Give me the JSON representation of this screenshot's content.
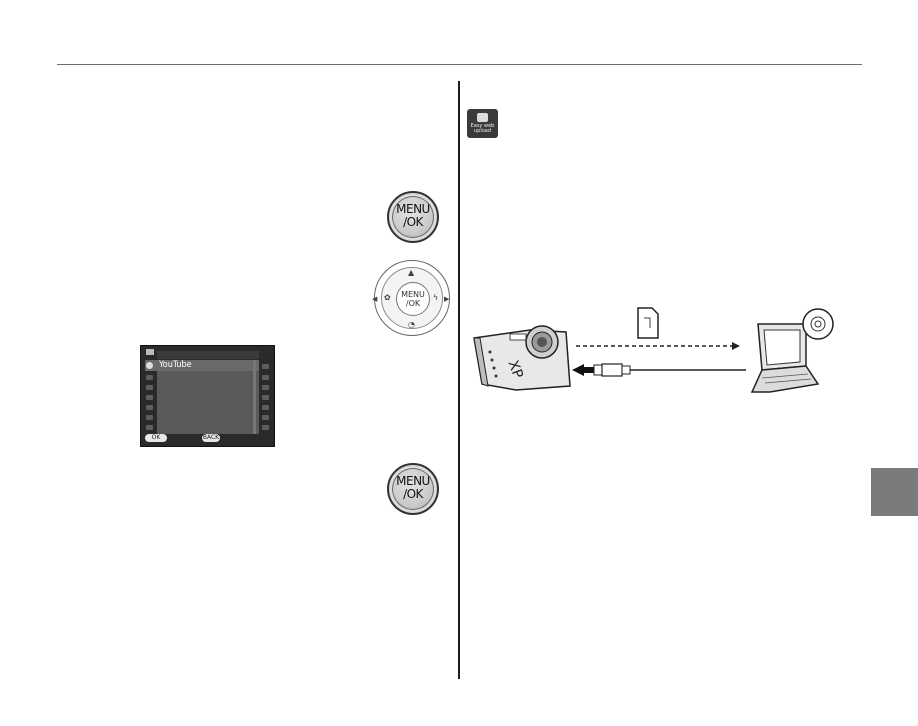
{
  "buttons": {
    "menu_ok_1": "MENU\n/OK",
    "menu_ok_2": "MENU\n/OK"
  },
  "dpad": {
    "center_label": "MENU\n/OK"
  },
  "lcd_screen": {
    "selected_item": "YouTube",
    "ok_label": "OK",
    "back_label": "BACK"
  },
  "icons": {
    "easy_web_upload_text": "Easy web\nupload"
  },
  "colors": {
    "side_tab": "#7b7b7b",
    "rule": "#6e6e6e"
  }
}
